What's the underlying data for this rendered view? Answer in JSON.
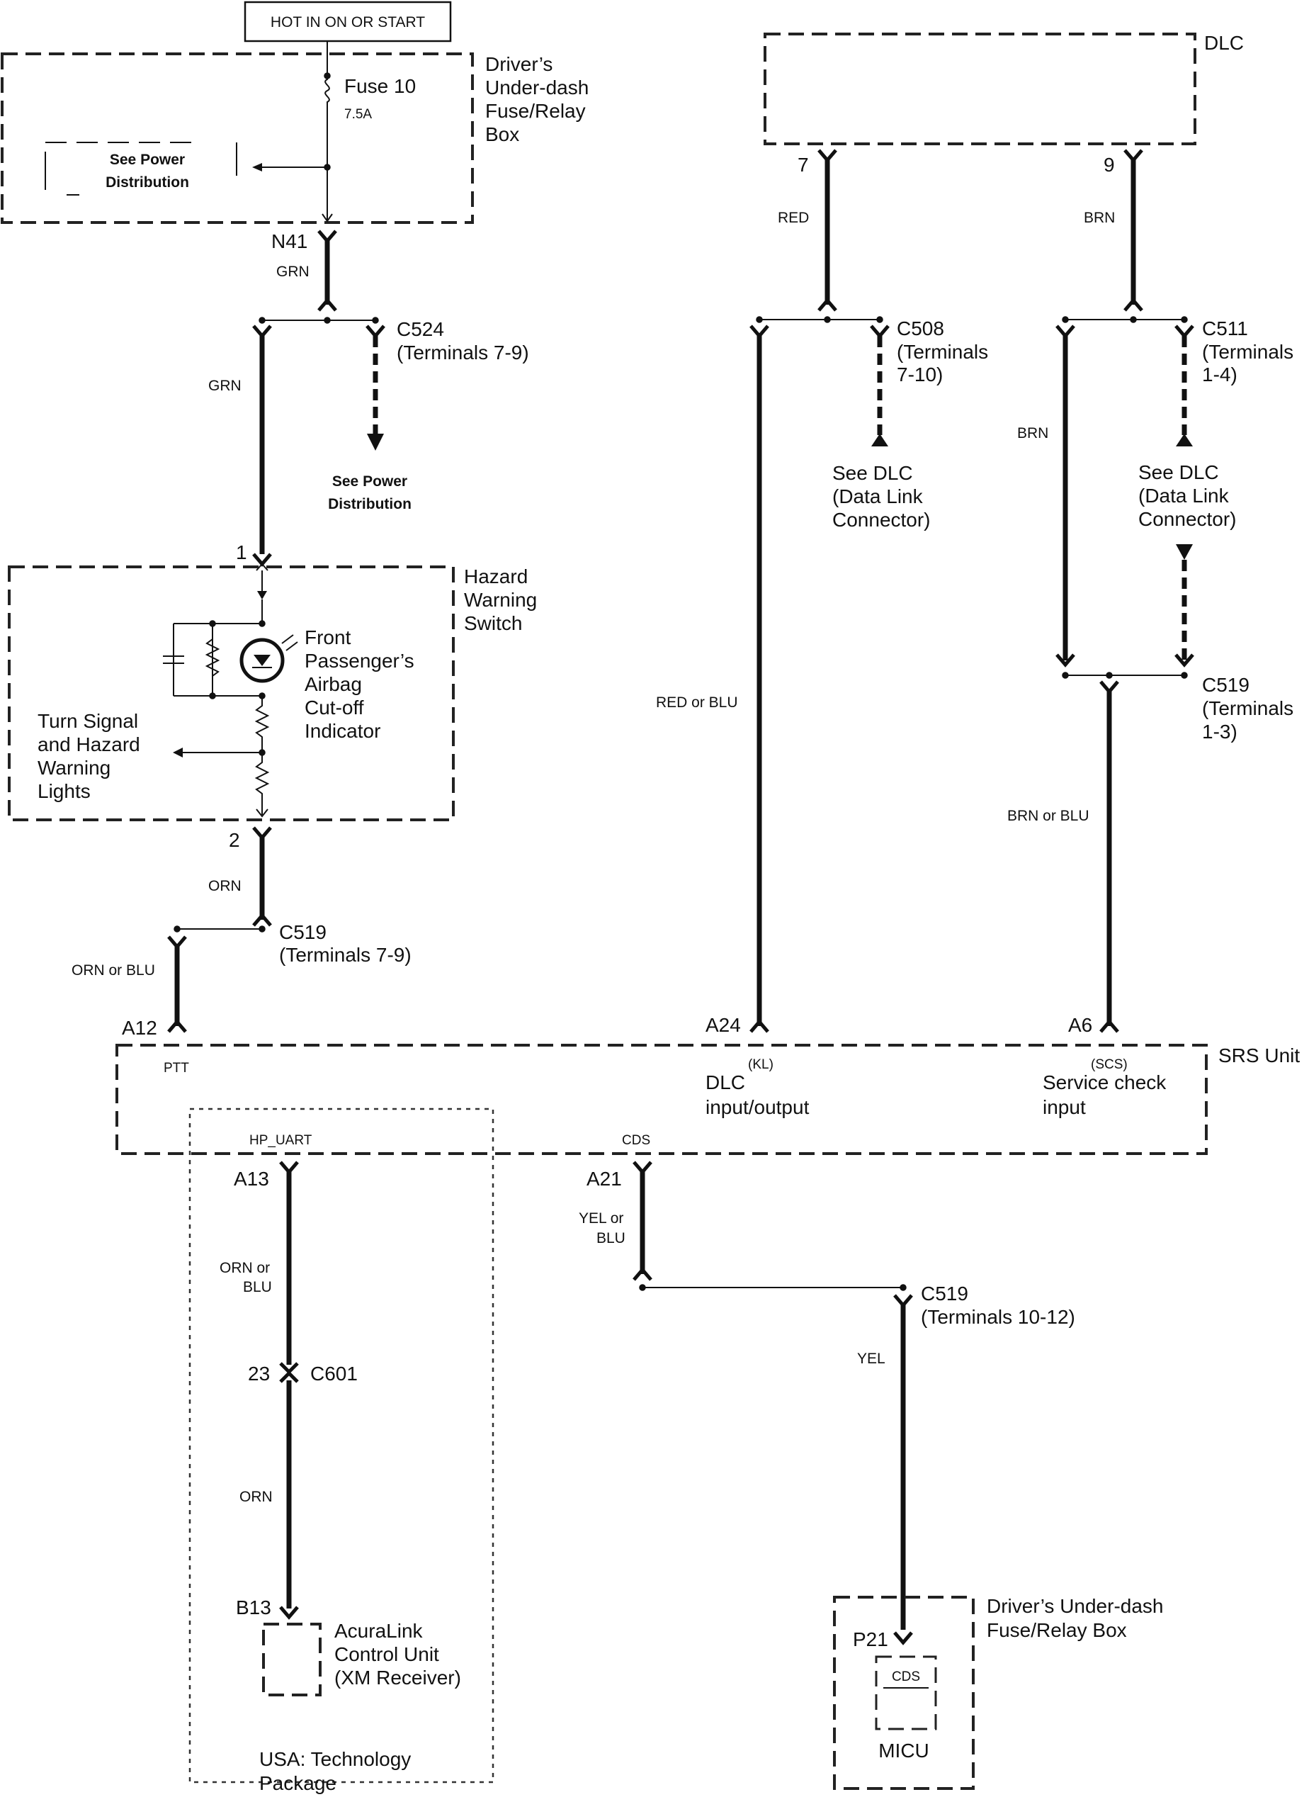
{
  "labels": {
    "hot_in": "HOT IN ON OR START",
    "dlc_top": "DLC",
    "underdash_1": "Driver’s",
    "underdash_2": "Under-dash",
    "underdash_3": "Fuse/Relay",
    "underdash_4": "Box",
    "fuse_name": "Fuse 10",
    "fuse_rating": "7.5A",
    "see_power_1": "See Power",
    "see_power_2": "Distribution",
    "n41": "N41",
    "grn_a": "GRN",
    "grn_b": "GRN",
    "c524_1": "C524",
    "c524_2": "(Terminals 7-9)",
    "see_power_b1": "See Power",
    "see_power_b2": "Distribution",
    "pin7": "7",
    "pin9": "9",
    "red": "RED",
    "brn_top": "BRN",
    "c508_1": "C508",
    "c508_2": "(Terminals",
    "c508_3": "7-10)",
    "c511_1": "C511",
    "c511_2": "(Terminals",
    "c511_3": "1-4)",
    "brn_left": "BRN",
    "see_dlc_a1": "See DLC",
    "see_dlc_a2": "(Data Link",
    "see_dlc_a3": "Connector)",
    "see_dlc_b1": "See DLC",
    "see_dlc_b2": "(Data Link",
    "see_dlc_b3": "Connector)",
    "pin1": "1",
    "hazard_1": "Hazard",
    "hazard_2": "Warning",
    "hazard_3": "Switch",
    "indicator_1": "Front",
    "indicator_2": "Passenger’s",
    "indicator_3": "Airbag",
    "indicator_4": "Cut-off",
    "indicator_5": "Indicator",
    "turn_1": "Turn Signal",
    "turn_2": "and Hazard",
    "turn_3": "Warning",
    "turn_4": "Lights",
    "red_or_blu": "RED or BLU",
    "c519_r1": "C519",
    "c519_r2": "(Terminals",
    "c519_r3": "1-3)",
    "brn_or_blu": "BRN or BLU",
    "pin2": "2",
    "orn_a": "ORN",
    "c519_l1": "C519",
    "c519_l2": "(Terminals 7-9)",
    "orn_or_blu_a": "ORN or BLU",
    "a12": "A12",
    "a24": "A24",
    "a6": "A6",
    "srs_unit": "SRS Unit",
    "ptt": "PTT",
    "kl": "(KL)",
    "dlc_io_1": "DLC",
    "dlc_io_2": "input/output",
    "scs": "(SCS)",
    "svc_1": "Service check",
    "svc_2": "input",
    "hp_uart": "HP_UART",
    "cds": "CDS",
    "a13": "A13",
    "a21": "A21",
    "orn_or_blu_b1": "ORN or",
    "orn_or_blu_b2": "BLU",
    "yel_or_blu_1": "YEL or",
    "yel_or_blu_2": "BLU",
    "c519_b1": "C519",
    "c519_b2": "(Terminals 10-12)",
    "yel": "YEL",
    "pin23": "23",
    "c601": "C601",
    "orn_b": "ORN",
    "b13": "B13",
    "acura_1": "AcuraLink",
    "acura_2": "Control Unit",
    "acura_3": "(XM Receiver)",
    "underdash2_1": "Driver’s Under-dash",
    "underdash2_2": "Fuse/Relay Box",
    "p21": "P21",
    "cds_micu": "CDS",
    "micu": "MICU",
    "usa_1": "USA: Technology",
    "usa_2": "Package"
  }
}
